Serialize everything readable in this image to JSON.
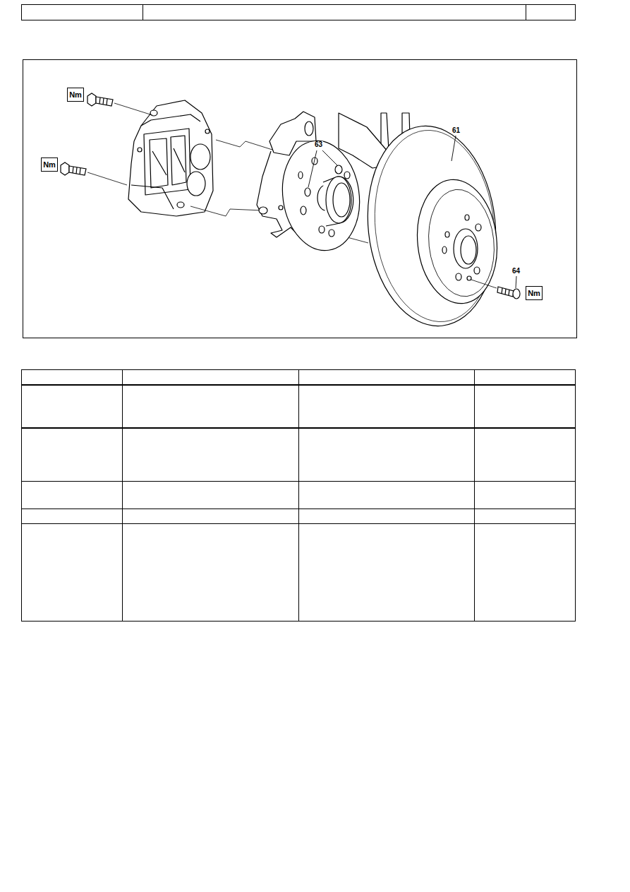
{
  "diagram": {
    "nodes": [
      {
        "text": [
          "Nm"
        ]
      },
      {
        "text": [
          "Nm"
        ]
      },
      {
        "text": [
          "Nm"
        ]
      }
    ],
    "labels": [
      "61",
      "63",
      "64"
    ]
  }
}
